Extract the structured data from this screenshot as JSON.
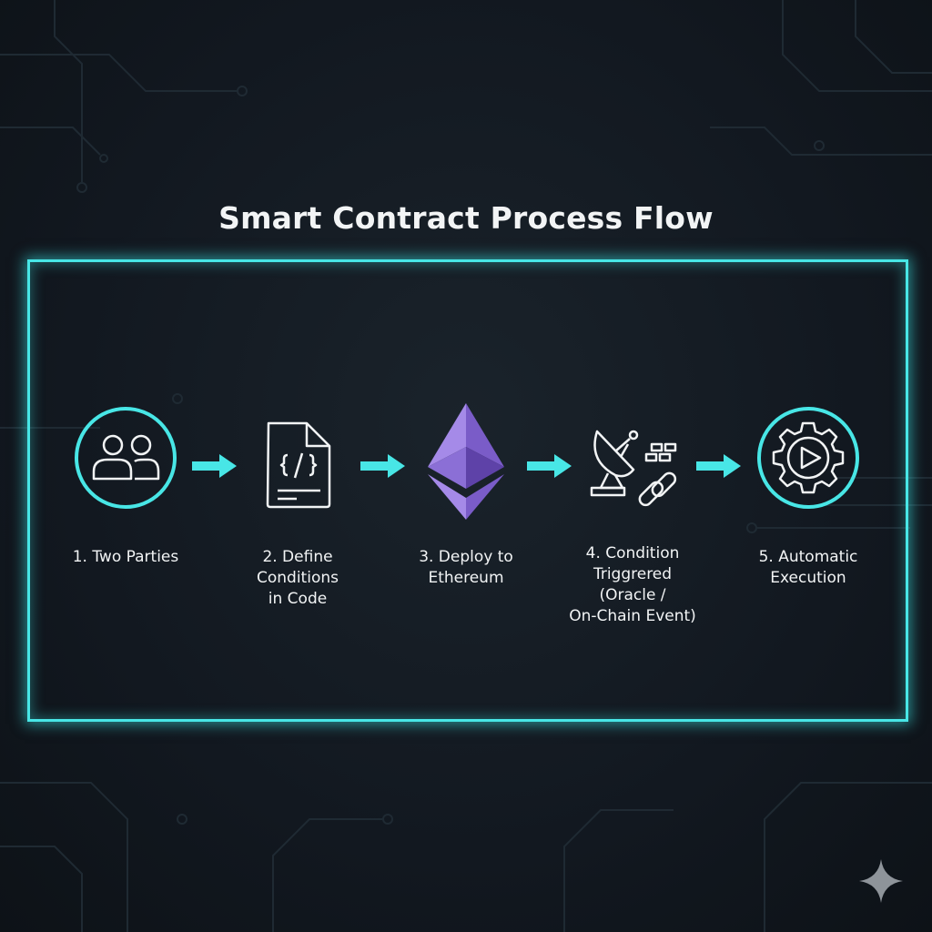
{
  "title": "Smart Contract Process Flow",
  "accent_color": "#48e6e6",
  "ethereum_color": "#9b7fe0",
  "steps": [
    {
      "icon": "two-people-icon",
      "label": "1. Two Parties"
    },
    {
      "icon": "code-document-icon",
      "label": "2. Define Conditions in Code"
    },
    {
      "icon": "ethereum-logo-icon",
      "label": "3. Deploy to Ethereum"
    },
    {
      "icon": "satellite-oracle-chain-icon",
      "label": "4. Condition Triggrered (Oracle / On-Chain Event)"
    },
    {
      "icon": "gear-play-icon",
      "label": "5. Automatic Execution"
    }
  ],
  "labels": {
    "s1": [
      "1. Two Parties"
    ],
    "s2": [
      "2. Define",
      "Conditions",
      "in Code"
    ],
    "s3": [
      "3. Deploy to",
      "Ethereum"
    ],
    "s4": [
      "4. Condition",
      "Triggrered",
      "(Oracle /",
      "On-Chain Event)"
    ],
    "s5": [
      "5. Automatic",
      "Execution"
    ]
  }
}
